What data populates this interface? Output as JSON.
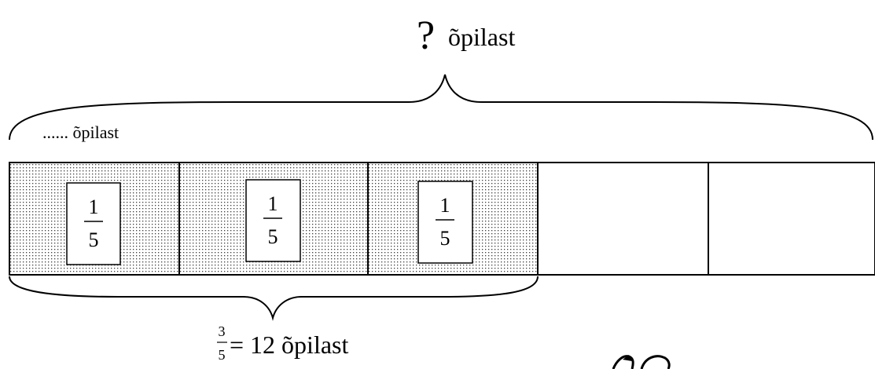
{
  "top": {
    "question_mark": "?",
    "unit": "õpilast"
  },
  "upper_brace": {
    "label": "...... õpilast"
  },
  "bar": {
    "segments_total": 5,
    "shaded_segments": 3,
    "fraction_labels": [
      {
        "numerator": "1",
        "denominator": "5"
      },
      {
        "numerator": "1",
        "denominator": "5"
      },
      {
        "numerator": "1",
        "denominator": "5"
      }
    ]
  },
  "bottom": {
    "fraction": {
      "numerator": "3",
      "denominator": "5"
    },
    "equation_text": "= 12 õpilast"
  },
  "colors": {
    "stroke": "#000000",
    "dots": "#3a3a3a",
    "background": "#ffffff"
  }
}
